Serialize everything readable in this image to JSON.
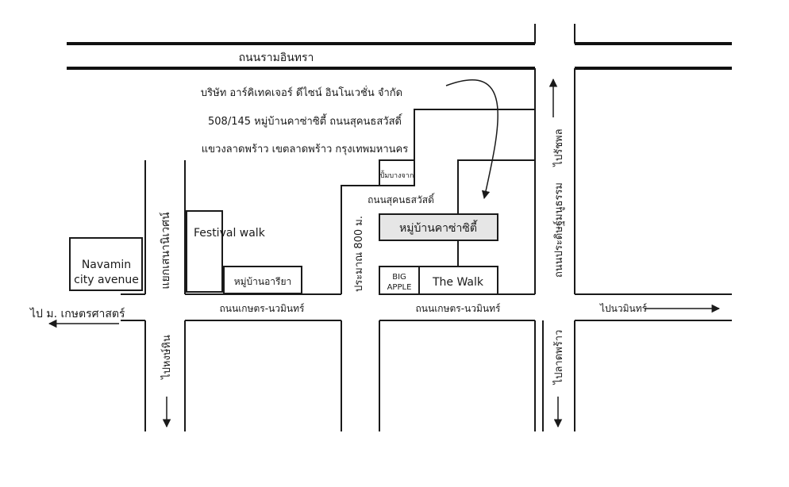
{
  "roads": {
    "top": "ถนนรามอินทรา",
    "kaset_left": "ถนนเกษตร-นวมินทร์",
    "kaset_mid": "ถนนเกษตร-นวมินทร์",
    "sukhon": "ถนนสุคนธสวัสดิ์",
    "sukhon_distance": "ประมาณ 800 ม.",
    "sena": "แยกเสนานิเวศน์",
    "pradit": "ถนนประดิษฐ์มนูธรรม"
  },
  "company": {
    "name": "บริษัท อาร์คิเทคเจอร์ ดีไซน์ อินโนเวชั่น จำกัด",
    "address1": "508/145  หมู่บ้านคาซ่าซิตี้  ถนนสุคนธสวัสดิ์",
    "address2": "แขวงลาดพร้าว  เขตลาดพร้าว กรุงเทพมหานคร"
  },
  "places": {
    "navamin_line1": "Navamin",
    "navamin_line2": "city avenue",
    "festival": "Festival walk",
    "ariya": "หมู่บ้านอารียา",
    "casa": "หมู่บ้านคาซ่าซิตี้",
    "bigapple_line1": "BIG",
    "bigapple_line2": "APPLE",
    "thewalk": "The Walk",
    "gas": "ปั้มบางจาก"
  },
  "directions": {
    "kaset_univ": "ไป ม. เกษตรศาสตร์",
    "nawamin": "ไปนวมินทร์",
    "hongtin": "ไปหงษ์หิน",
    "ladprao": "ไปลาดพร้าว",
    "ratchaphon": "ไปรัชพล"
  },
  "colors": {
    "line": "#1a1a1a",
    "casa_fill": "#e6e6e6"
  }
}
